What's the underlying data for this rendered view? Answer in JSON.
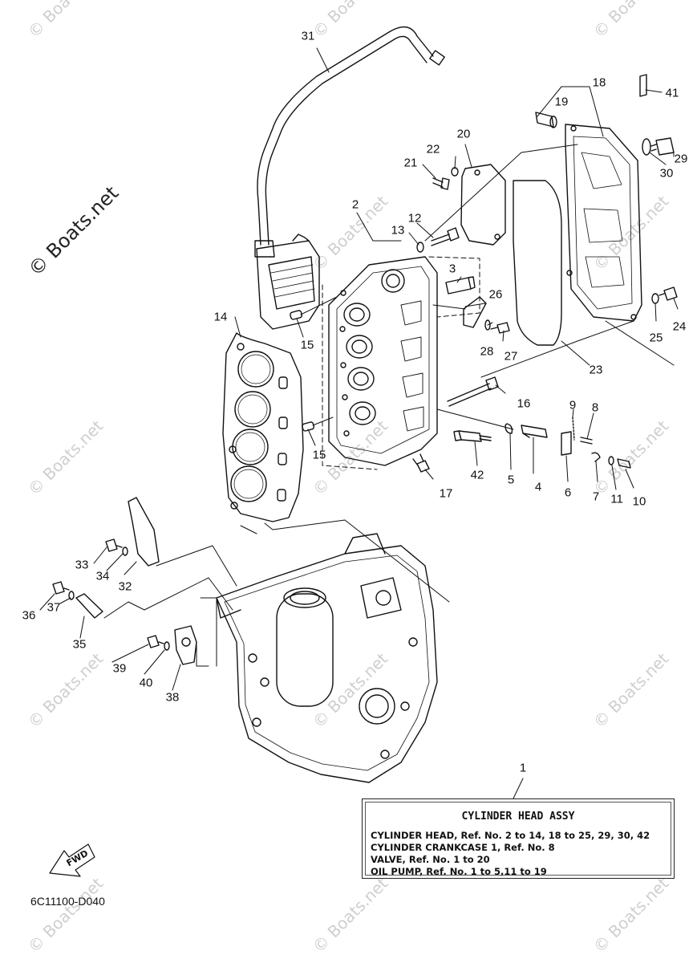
{
  "copyright": "© Boats.net",
  "watermark": "© Boats.net",
  "catalog_code": "6C11100-D040",
  "fwd_label": "FWD",
  "legend": {
    "title": "CYLINDER HEAD ASSY",
    "lines": [
      "CYLINDER HEAD,  Ref. No. 2 to 14, 18 to 25, 29, 30, 42",
      "CYLINDER CRANKCASE 1,  Ref. No. 8",
      "VALVE,        Ref. No. 1 to 20",
      "OIL PUMP, Ref. No. 1 to 5,11 to 19"
    ]
  },
  "callouts": [
    "1",
    "2",
    "3",
    "4",
    "5",
    "6",
    "7",
    "8",
    "9",
    "10",
    "11",
    "12",
    "13",
    "14",
    "15",
    "15",
    "16",
    "17",
    "18",
    "19",
    "20",
    "21",
    "22",
    "23",
    "24",
    "25",
    "26",
    "27",
    "28",
    "29",
    "30",
    "31",
    "32",
    "33",
    "34",
    "35",
    "36",
    "37",
    "38",
    "39",
    "40",
    "41",
    "42"
  ]
}
